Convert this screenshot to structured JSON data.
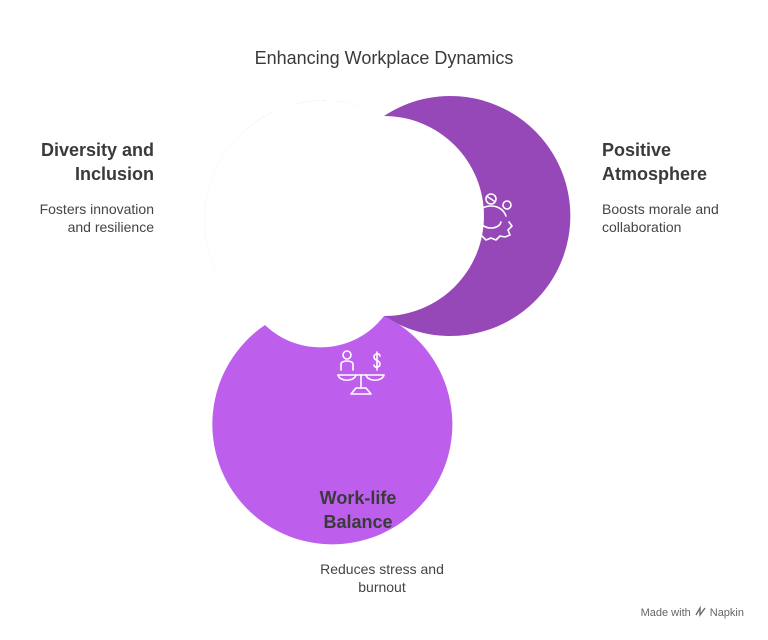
{
  "title": "Enhancing Workplace Dynamics",
  "colors": {
    "diversity": "#dfa0fc",
    "positive": "#9648b8",
    "worklife": "#bd5fec",
    "icon": "#ffffff"
  },
  "segments": {
    "diversity": {
      "title": "Diversity and\nInclusion",
      "desc": "Fosters innovation\nand resilience",
      "icon": "people-group-icon"
    },
    "positive": {
      "title": "Positive\nAtmosphere",
      "desc": "Boosts morale and\ncollaboration",
      "icon": "team-gear-icon"
    },
    "worklife": {
      "title": "Work-life\nBalance",
      "desc": "Reduces stress and\nburnout",
      "icon": "balance-scale-icon"
    }
  },
  "footer": {
    "made_with": "Made with",
    "brand": "Napkin"
  }
}
